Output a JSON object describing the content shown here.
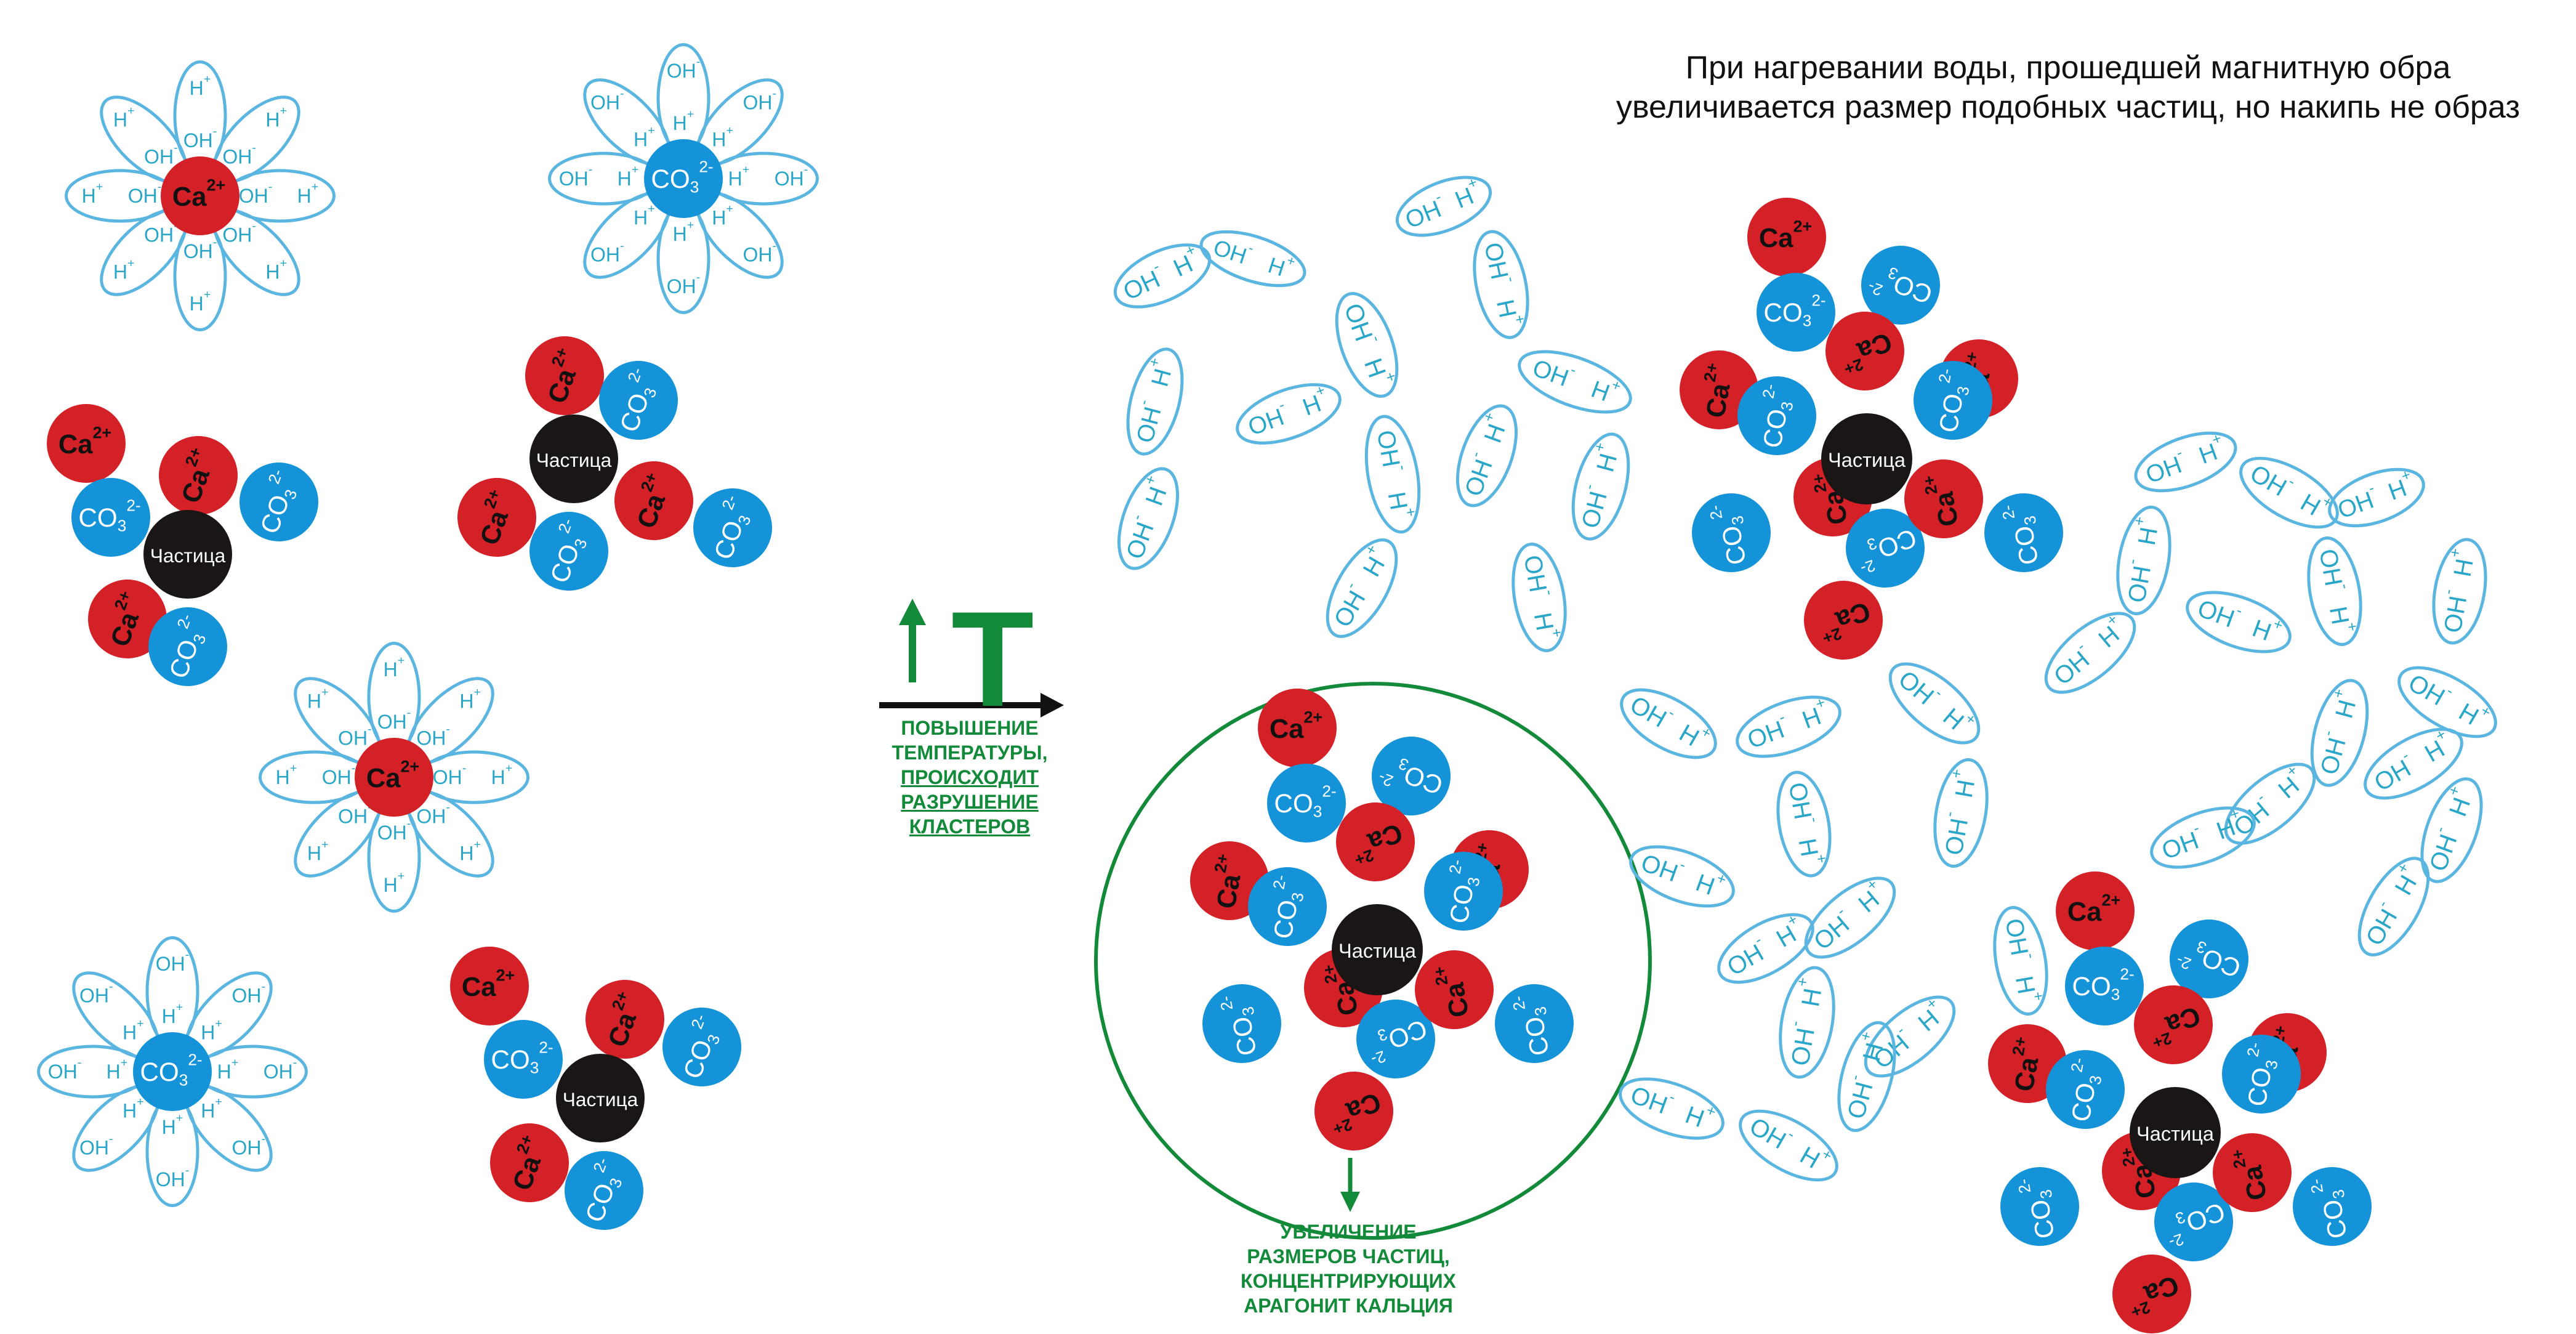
{
  "caption": {
    "line1": "При нагревании воды, прошедшей магнитную обра",
    "line2": "увеличивается размер подобных частиц, но накипь не образ"
  },
  "transition": {
    "t_symbol": "T",
    "lines": [
      "ПОВЫШЕНИЕ",
      "ТЕМПЕРАТУРЫ,",
      "ПРОИСХОДИТ",
      "РАЗРУШЕНИЕ",
      "КЛАСТЕРОВ"
    ]
  },
  "result_label": {
    "lines": [
      "УВЕЛИЧЕНИЕ",
      "РАЗМЕРОВ ЧАСТИЦ,",
      "КОНЦЕНТРИРУЮЩИХ",
      "АРАГОНИТ КАЛЬЦИЯ"
    ]
  },
  "labels": {
    "ca": "Ca",
    "ca_charge": "2+",
    "co": "CO",
    "co_sub": "3",
    "co_charge": "2-",
    "particle": "Частица",
    "oh": "OH",
    "oh_charge": "-",
    "h": "H",
    "h_charge": "+"
  },
  "colors": {
    "ca": "#d42127",
    "co3": "#1593d9",
    "particle": "#1a1616",
    "water": "#5ab6e0",
    "label_text": "#2aa6c8",
    "green": "#138a3a"
  }
}
